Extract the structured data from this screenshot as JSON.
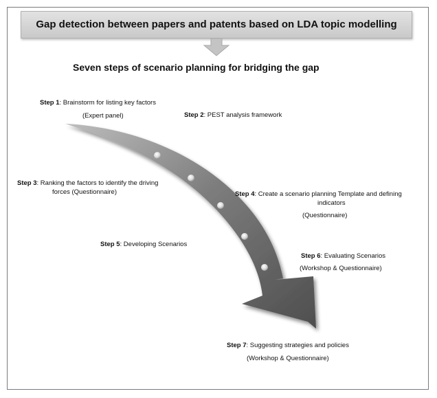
{
  "banner": {
    "title": "Gap detection between papers and patents based on LDA topic modelling"
  },
  "subtitle": "Seven steps of scenario planning for bridging the gap",
  "steps": [
    {
      "label": "Step 1",
      "text": ": Brainstorm for listing key factors",
      "note": "(Expert panel)"
    },
    {
      "label": "Step 2",
      "text": ": PEST analysis framework",
      "note": ""
    },
    {
      "label": "Step 3",
      "text": ": Ranking the factors to identify the driving",
      "text2": "forces (Questionnaire)",
      "note": ""
    },
    {
      "label": "Step 4",
      "text": ": Create a scenario planning Template and defining",
      "text2": "indicators",
      "note": "(Questionnaire)"
    },
    {
      "label": "Step 5",
      "text": ": Developing Scenarios",
      "note": ""
    },
    {
      "label": "Step 6",
      "text": ": Evaluating Scenarios",
      "note": "(Workshop & Questionnaire)"
    },
    {
      "label": "Step 7",
      "text": ": Suggesting strategies and policies",
      "note": "(Workshop & Questionnaire)"
    }
  ]
}
